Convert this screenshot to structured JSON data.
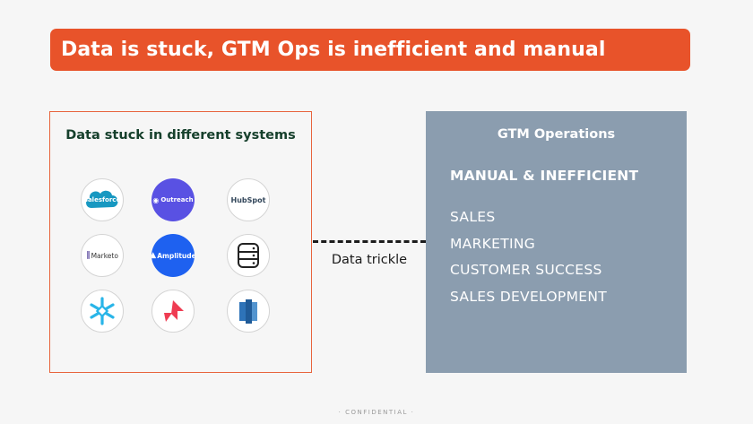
{
  "title": "Data is stuck, GTM Ops is inefficient and manual",
  "systems": {
    "heading": "Data stuck in different systems",
    "logos": [
      {
        "name": "salesforce",
        "label": "salesforce",
        "color": "#1798c1"
      },
      {
        "name": "outreach",
        "label": "Outreach",
        "color": "#5951e3"
      },
      {
        "name": "hubspot",
        "label": "HubSpot",
        "color": "#ff7a59"
      },
      {
        "name": "marketo",
        "label": "Marketo",
        "color": "#5c4c9f"
      },
      {
        "name": "amplitude",
        "label": "Amplitude",
        "color": "#1e61f0"
      },
      {
        "name": "database",
        "label": "",
        "color": "#333333"
      },
      {
        "name": "snowflake",
        "label": "",
        "color": "#29b5e8"
      },
      {
        "name": "arrow-app",
        "label": "",
        "color": "#ef3c52"
      },
      {
        "name": "redshift",
        "label": "",
        "color": "#205b98"
      }
    ]
  },
  "connector": {
    "label": "Data trickle"
  },
  "operations": {
    "title": "GTM Operations",
    "subtitle": "MANUAL & INEFFICIENT",
    "teams": [
      "SALES",
      "MARKETING",
      "CUSTOMER SUCCESS",
      "SALES DEVELOPMENT"
    ]
  },
  "footer": "· CONFIDENTIAL ·",
  "colors": {
    "accent": "#e8532a",
    "panel": "#8b9daf",
    "heading": "#16402c"
  }
}
